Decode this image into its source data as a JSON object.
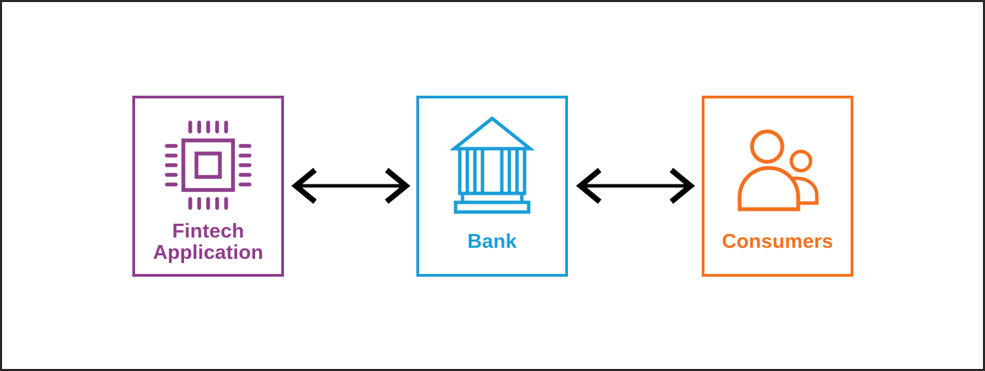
{
  "diagram": {
    "background": "#ffffff",
    "frame_color": "#2b2728",
    "nodes": [
      {
        "id": "fintech-application",
        "label": "Fintech\nApplication",
        "color": "#8E3D8C",
        "icon": "chip-icon"
      },
      {
        "id": "bank",
        "label": "Bank",
        "color": "#1A9DD9",
        "icon": "bank-icon"
      },
      {
        "id": "consumers",
        "label": "Consumers",
        "color": "#F4701E",
        "icon": "people-icon"
      }
    ],
    "connectors": [
      {
        "from": "fintech-application",
        "to": "bank",
        "style": "double-headed-arrow",
        "color": "#000000"
      },
      {
        "from": "bank",
        "to": "consumers",
        "style": "double-headed-arrow",
        "color": "#000000"
      }
    ]
  }
}
